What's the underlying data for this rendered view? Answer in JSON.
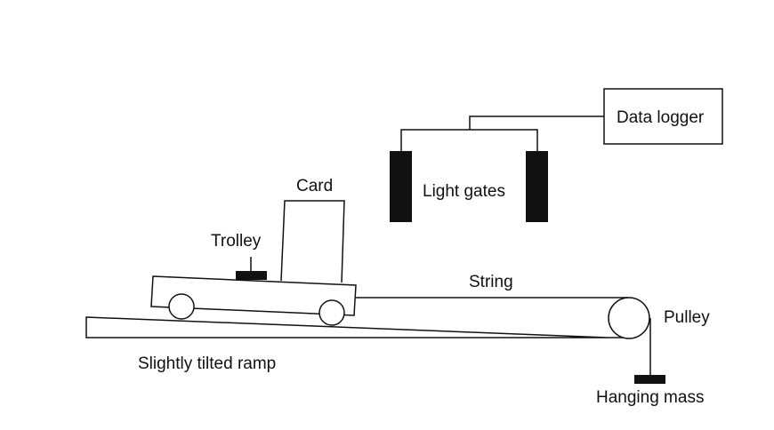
{
  "labels": {
    "data_logger": "Data logger",
    "light_gates": "Light gates",
    "card": "Card",
    "trolley": "Trolley",
    "string": "String",
    "pulley": "Pulley",
    "ramp": "Slightly tilted ramp",
    "hanging_mass": "Hanging mass"
  },
  "colors": {
    "ink": "#111111",
    "background": "#ffffff"
  }
}
